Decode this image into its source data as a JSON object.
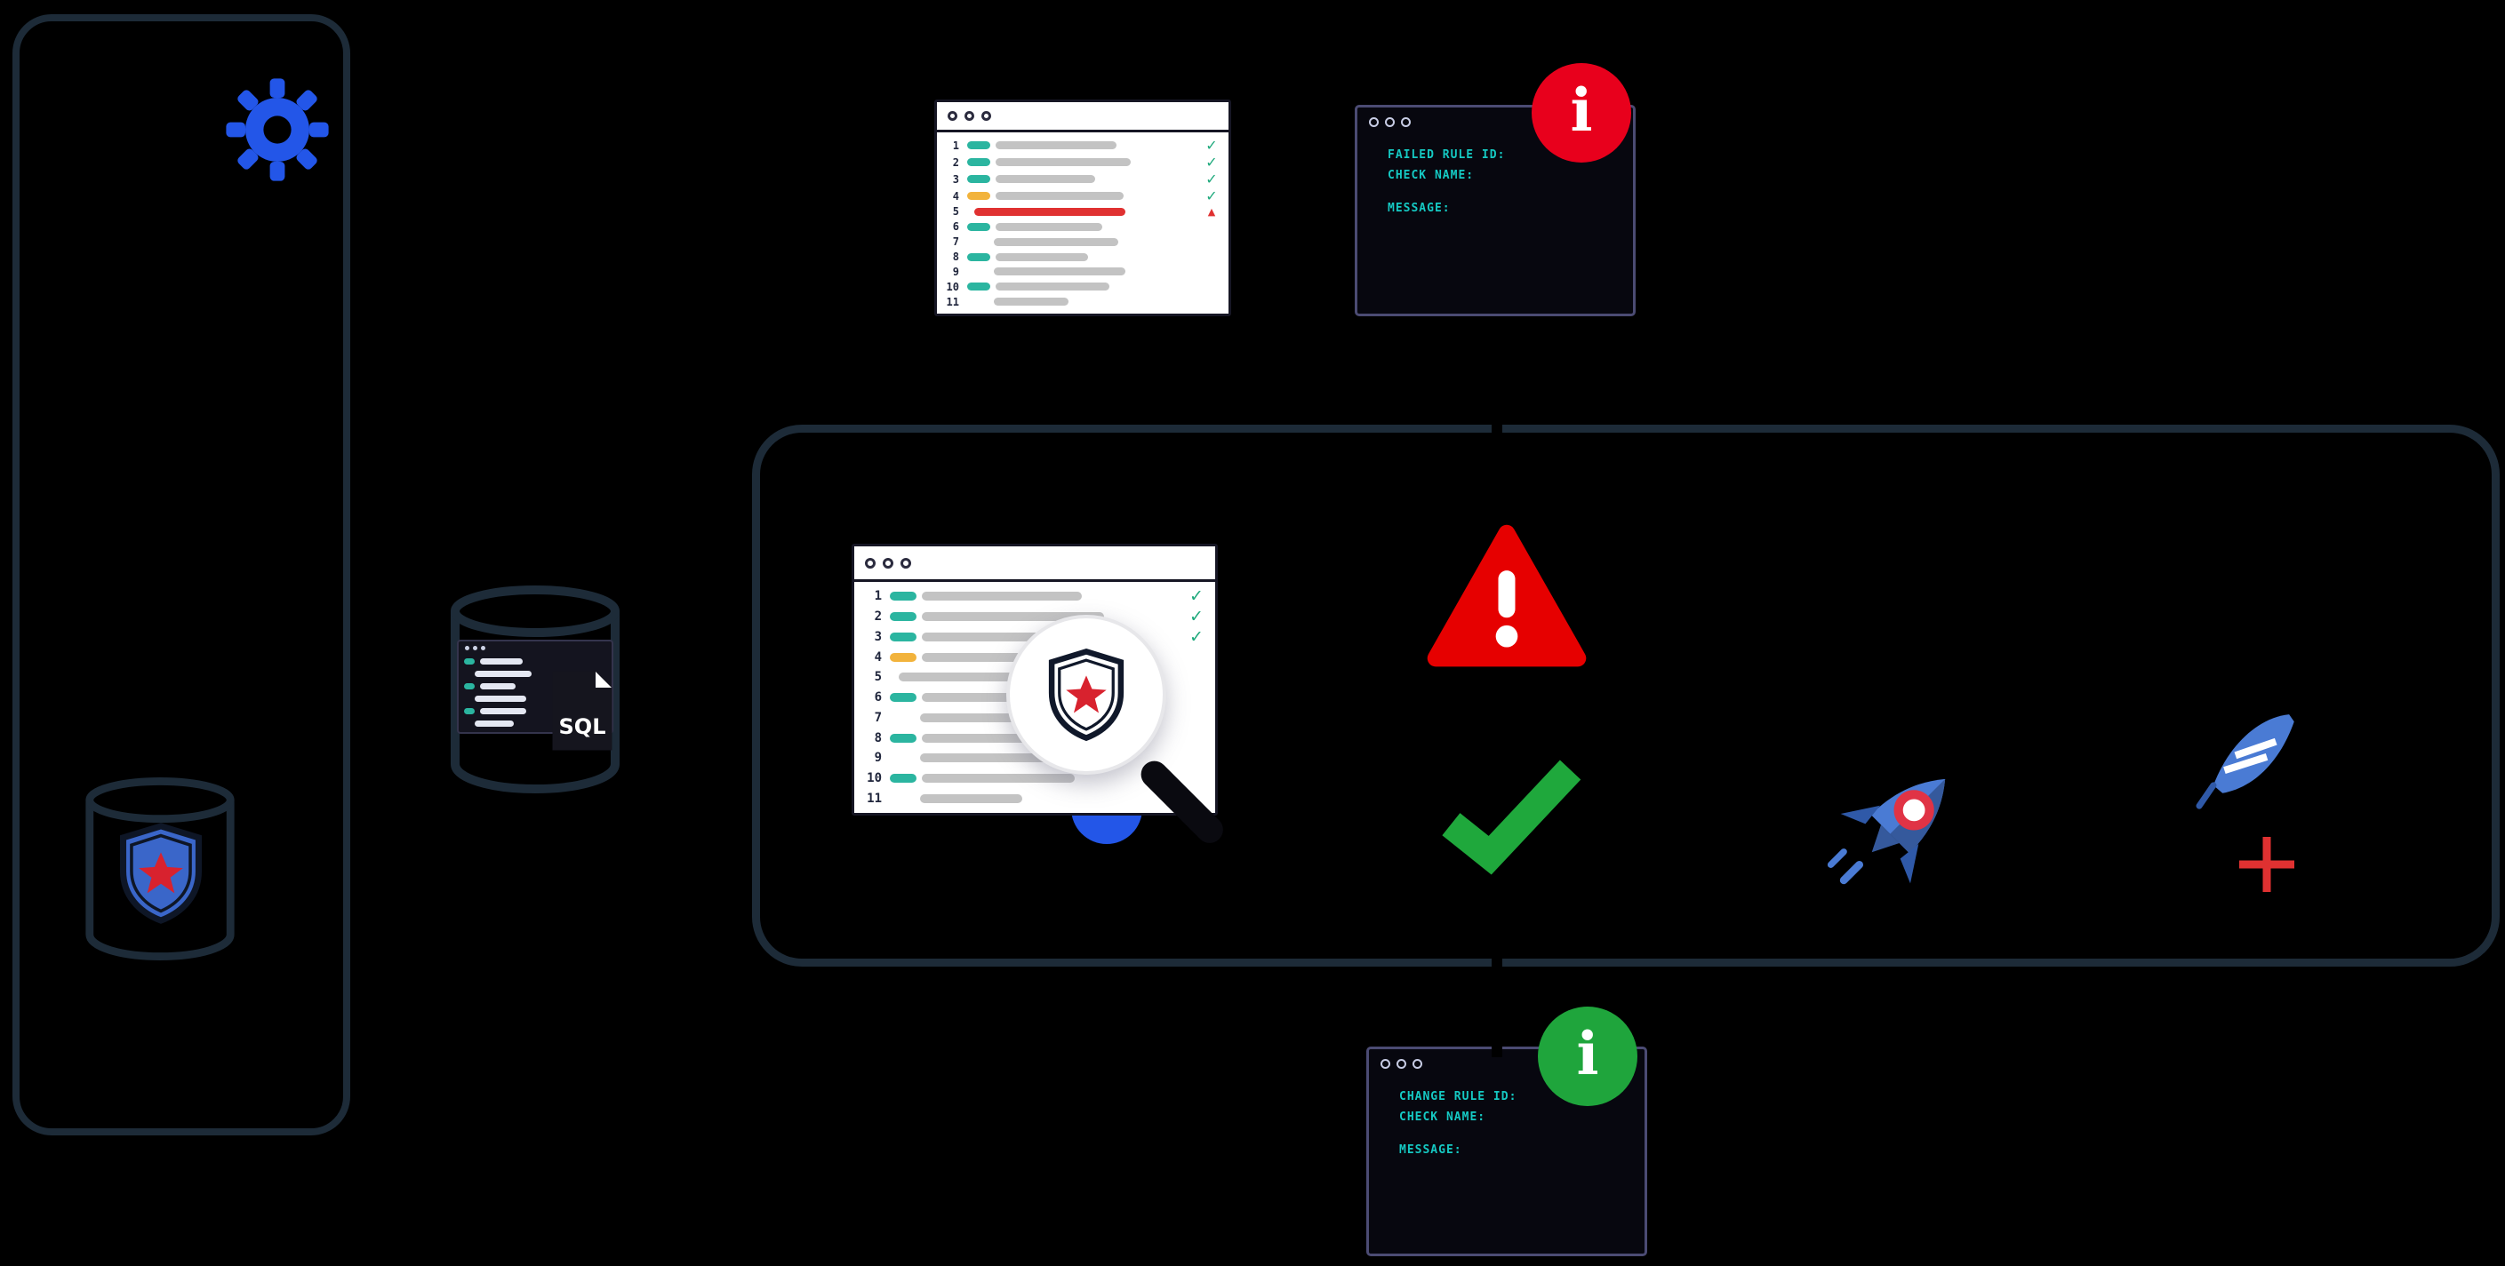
{
  "colors": {
    "accent_blue": "#2356e8",
    "steel_blue": "#4a7bd4",
    "error_red": "#e60000",
    "lint_red": "#e03131",
    "success_green": "#1fa53c",
    "terminal_teal": "#15c9c3",
    "pill_teal": "#2bb5a0",
    "pill_yellow": "#f2b33c",
    "outline": "#1d2b38"
  },
  "sql_file_label": "SQL",
  "editor_top": {
    "rows": [
      {
        "n": "1",
        "pill": "teal",
        "bars": [
          [
            136,
            "gray"
          ]
        ],
        "mark": "check"
      },
      {
        "n": "2",
        "pill": "teal",
        "bars": [
          [
            152,
            "gray"
          ]
        ],
        "mark": "check"
      },
      {
        "n": "3",
        "pill": "teal",
        "bars": [
          [
            112,
            "gray"
          ]
        ],
        "mark": "check"
      },
      {
        "n": "4",
        "pill": "yellow",
        "bars": [
          [
            144,
            "gray"
          ]
        ],
        "mark": "check"
      },
      {
        "n": "5",
        "pill": "none",
        "indent": 8,
        "bars": [
          [
            170,
            "red"
          ]
        ],
        "mark": "error"
      },
      {
        "n": "6",
        "pill": "teal",
        "bars": [
          [
            120,
            "gray"
          ]
        ],
        "mark": "none"
      },
      {
        "n": "7",
        "pill": "none",
        "indent": 30,
        "bars": [
          [
            140,
            "gray"
          ]
        ],
        "mark": "none"
      },
      {
        "n": "8",
        "pill": "teal",
        "bars": [
          [
            104,
            "gray"
          ]
        ],
        "mark": "none"
      },
      {
        "n": "9",
        "pill": "none",
        "indent": 30,
        "bars": [
          [
            148,
            "gray"
          ]
        ],
        "mark": "none"
      },
      {
        "n": "10",
        "pill": "teal",
        "bars": [
          [
            128,
            "gray"
          ]
        ],
        "mark": "none"
      },
      {
        "n": "11",
        "pill": "none",
        "indent": 30,
        "bars": [
          [
            84,
            "gray"
          ]
        ],
        "mark": "none"
      }
    ]
  },
  "editor_scan": {
    "rows": [
      {
        "n": "1",
        "pill": "teal",
        "bars": [
          [
            180,
            "gray"
          ]
        ],
        "mark": "check"
      },
      {
        "n": "2",
        "pill": "teal",
        "bars": [
          [
            205,
            "gray"
          ]
        ],
        "mark": "check"
      },
      {
        "n": "3",
        "pill": "teal",
        "bars": [
          [
            150,
            "gray"
          ]
        ],
        "mark": "check"
      },
      {
        "n": "4",
        "pill": "yellow",
        "bars": [
          [
            190,
            "gray"
          ]
        ],
        "mark": "none"
      },
      {
        "n": "5",
        "pill": "none",
        "indent": 10,
        "bars": [
          [
            215,
            "gray"
          ]
        ],
        "mark": "none"
      },
      {
        "n": "6",
        "pill": "teal",
        "bars": [
          [
            160,
            "gray"
          ]
        ],
        "mark": "none"
      },
      {
        "n": "7",
        "pill": "none",
        "indent": 34,
        "bars": [
          [
            190,
            "gray"
          ]
        ],
        "mark": "none"
      },
      {
        "n": "8",
        "pill": "teal",
        "bars": [
          [
            140,
            "gray"
          ]
        ],
        "mark": "none"
      },
      {
        "n": "9",
        "pill": "none",
        "indent": 34,
        "bars": [
          [
            205,
            "gray"
          ]
        ],
        "mark": "none"
      },
      {
        "n": "10",
        "pill": "teal",
        "bars": [
          [
            172,
            "gray"
          ]
        ],
        "mark": "none"
      },
      {
        "n": "11",
        "pill": "none",
        "indent": 34,
        "bars": [
          [
            115,
            "gray"
          ]
        ],
        "mark": "none"
      }
    ]
  },
  "mini_editor": {
    "rows": [
      {
        "n": "",
        "pill": "teal",
        "bars": [
          [
            48,
            "light"
          ]
        ],
        "mark": "none"
      },
      {
        "n": "",
        "pill": "none",
        "indent": 12,
        "bars": [
          [
            64,
            "light"
          ]
        ],
        "mark": "none"
      },
      {
        "n": "",
        "pill": "teal",
        "bars": [
          [
            40,
            "light"
          ]
        ],
        "mark": "none"
      },
      {
        "n": "",
        "pill": "none",
        "indent": 12,
        "bars": [
          [
            58,
            "light"
          ]
        ],
        "mark": "none"
      },
      {
        "n": "",
        "pill": "teal",
        "bars": [
          [
            52,
            "light"
          ]
        ],
        "mark": "none"
      },
      {
        "n": "",
        "pill": "none",
        "indent": 12,
        "bars": [
          [
            44,
            "light"
          ]
        ],
        "mark": "none"
      }
    ]
  },
  "terminal_error": {
    "lines": [
      "FAILED RULE ID:",
      "CHECK NAME:",
      "MESSAGE:"
    ],
    "info_glyph": "i"
  },
  "terminal_success": {
    "lines": [
      "CHANGE RULE ID:",
      "CHECK NAME:",
      "MESSAGE:"
    ],
    "info_glyph": "i"
  }
}
